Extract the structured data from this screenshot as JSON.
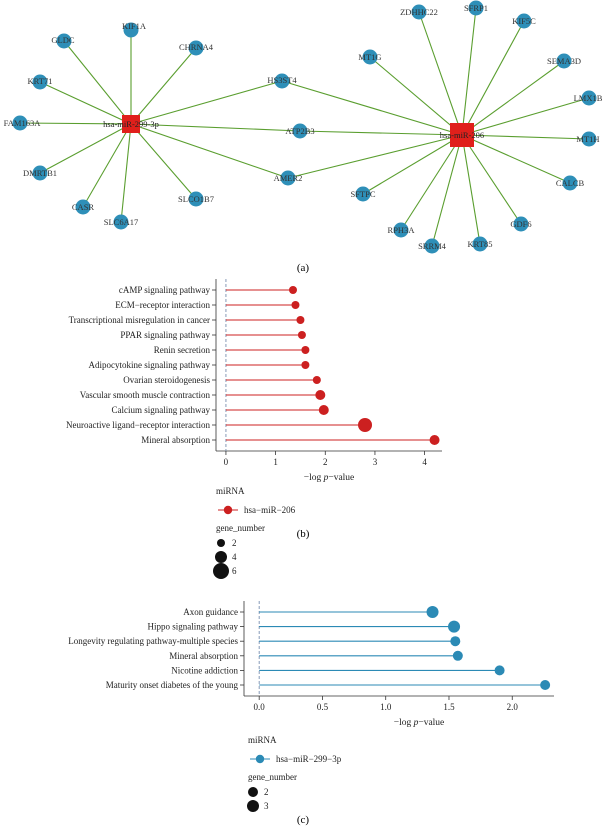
{
  "panel_labels": [
    "(a)",
    "(b)",
    "(c)"
  ],
  "colors": {
    "edge": "#5a9e2f",
    "node": "#2e8fb8",
    "mirna_node": "#e0201b",
    "series_b": "#cc2020",
    "series_c": "#2b8ab5",
    "zero_line": "#7a8fb0",
    "axis": "#333333"
  },
  "chart_data": [
    {
      "type": "network",
      "hubs": [
        "hsa-miR-299-3p",
        "hsa-miR-206"
      ],
      "nodes": [
        "GLDC",
        "KIF1A",
        "CHRNA4",
        "KRT71",
        "FAM163A",
        "DMRTB1",
        "CASR",
        "SLC6A17",
        "SLCO1B7",
        "HS3ST4",
        "ATP2B3",
        "AMER2",
        "MT1G",
        "ZDHHC22",
        "SFRP1",
        "KIF5C",
        "SEMA3D",
        "LMX1B",
        "MT1H",
        "CALCB",
        "GDF6",
        "KRT85",
        "SRRM4",
        "RPH3A",
        "SFTPC"
      ],
      "edges": [
        [
          "hsa-miR-299-3p",
          "GLDC"
        ],
        [
          "hsa-miR-299-3p",
          "KIF1A"
        ],
        [
          "hsa-miR-299-3p",
          "CHRNA4"
        ],
        [
          "hsa-miR-299-3p",
          "KRT71"
        ],
        [
          "hsa-miR-299-3p",
          "FAM163A"
        ],
        [
          "hsa-miR-299-3p",
          "DMRTB1"
        ],
        [
          "hsa-miR-299-3p",
          "CASR"
        ],
        [
          "hsa-miR-299-3p",
          "SLC6A17"
        ],
        [
          "hsa-miR-299-3p",
          "SLCO1B7"
        ],
        [
          "hsa-miR-299-3p",
          "HS3ST4"
        ],
        [
          "hsa-miR-299-3p",
          "ATP2B3"
        ],
        [
          "hsa-miR-299-3p",
          "AMER2"
        ],
        [
          "hsa-miR-206",
          "HS3ST4"
        ],
        [
          "hsa-miR-206",
          "ATP2B3"
        ],
        [
          "hsa-miR-206",
          "AMER2"
        ],
        [
          "hsa-miR-206",
          "MT1G"
        ],
        [
          "hsa-miR-206",
          "ZDHHC22"
        ],
        [
          "hsa-miR-206",
          "SFRP1"
        ],
        [
          "hsa-miR-206",
          "KIF5C"
        ],
        [
          "hsa-miR-206",
          "SEMA3D"
        ],
        [
          "hsa-miR-206",
          "LMX1B"
        ],
        [
          "hsa-miR-206",
          "MT1H"
        ],
        [
          "hsa-miR-206",
          "CALCB"
        ],
        [
          "hsa-miR-206",
          "GDF6"
        ],
        [
          "hsa-miR-206",
          "KRT85"
        ],
        [
          "hsa-miR-206",
          "SRRM4"
        ],
        [
          "hsa-miR-206",
          "RPH3A"
        ],
        [
          "hsa-miR-206",
          "SFTPC"
        ]
      ]
    },
    {
      "type": "scatter",
      "categories": [
        "cAMP signaling pathway",
        "ECM−receptor interaction",
        "Transcriptional misregulation in cancer",
        "PPAR signaling pathway",
        "Renin secretion",
        "Adipocytokine signaling pathway",
        "Ovarian steroidogenesis",
        "Vascular smooth muscle contraction",
        "Calcium signaling pathway",
        "Neuroactive ligand−receptor interaction",
        "Mineral absorption"
      ],
      "values": [
        1.35,
        1.4,
        1.5,
        1.53,
        1.6,
        1.6,
        1.83,
        1.9,
        1.97,
        2.8,
        4.2
      ],
      "gene_number": [
        2,
        2,
        2,
        2,
        2,
        2,
        2,
        3,
        3,
        5,
        3
      ],
      "series": [
        {
          "name": "hsa−miR−206"
        }
      ],
      "xlabel_pre": "−log ",
      "xlabel_p": "p",
      "xlabel_post": "−value",
      "xlim": [
        -0.2,
        4.35
      ],
      "xticks": [
        0,
        1,
        2,
        3,
        4
      ],
      "legend_title": "miRNA",
      "size_title": "gene_number",
      "size_legend": [
        2,
        4,
        6
      ]
    },
    {
      "type": "scatter",
      "categories": [
        "Axon guidance",
        "Hippo signaling pathway",
        "Longevity regulating pathway-multiple species",
        "Mineral absorption",
        "Nicotine addiction",
        "Maturity onset diabetes of the young"
      ],
      "values": [
        1.37,
        1.54,
        1.55,
        1.57,
        1.9,
        2.26
      ],
      "gene_number": [
        3,
        3,
        2,
        2,
        2,
        2
      ],
      "series": [
        {
          "name": "hsa−miR−299−3p"
        }
      ],
      "xlabel_pre": "−log ",
      "xlabel_p": "p",
      "xlabel_post": "−value",
      "xlim": [
        -0.12,
        2.33
      ],
      "xticks": [
        0.0,
        0.5,
        1.0,
        1.5,
        2.0
      ],
      "xtick_labels": [
        "0.0",
        "0.5",
        "1.0",
        "1.5",
        "2.0"
      ],
      "legend_title": "miRNA",
      "size_title": "gene_number",
      "size_legend": [
        2,
        3
      ]
    }
  ]
}
